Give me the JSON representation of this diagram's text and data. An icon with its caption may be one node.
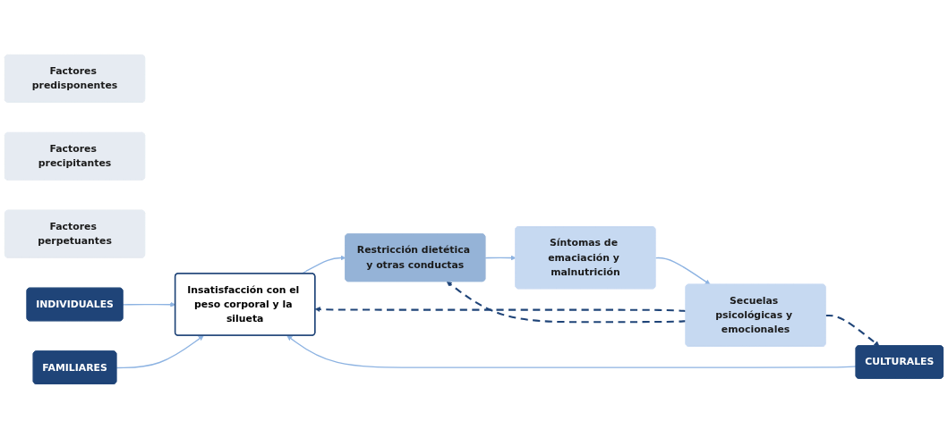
{
  "diagram": {
    "nodes": [
      {
        "text": [
          "Factores predisponentes"
        ]
      },
      {
        "text": [
          "Factores precipitantes"
        ]
      },
      {
        "text": [
          "Factores perpetuantes"
        ]
      },
      {
        "text": [
          "INDIVIDUALES"
        ]
      },
      {
        "text": [
          "FAMILIARES"
        ]
      },
      {
        "text": [
          "CULTURALES"
        ]
      },
      {
        "text": [
          "Insatisfacción con el peso corporal y la silueta"
        ]
      },
      {
        "text": [
          "Restricción dietética y otras conductas"
        ]
      },
      {
        "text": [
          "Síntomas de emaciación y malnutrición"
        ]
      },
      {
        "text": [
          "Secuelas psicológicas y emocionales"
        ]
      }
    ],
    "edges": [
      {
        "from": 3,
        "to": 6,
        "arrow": "to"
      },
      {
        "from": 4,
        "to": 6,
        "arrow": "to"
      },
      {
        "from": 5,
        "to": 6,
        "arrow": "to"
      },
      {
        "from": 6,
        "to": 7,
        "arrow": "to"
      },
      {
        "from": 7,
        "to": 8,
        "arrow": "to"
      },
      {
        "from": 8,
        "to": 9,
        "arrow": "to"
      },
      {
        "from": 9,
        "to": 5,
        "arrow": "to",
        "style": "dashed",
        "color": "#1f4478"
      },
      {
        "from": 9,
        "to": 6,
        "arrow": "to",
        "style": "dashed",
        "color": "#1f4478"
      },
      {
        "from": 9,
        "to": 7,
        "arrow": "to",
        "style": "dashed",
        "color": "#1f4478"
      }
    ]
  }
}
